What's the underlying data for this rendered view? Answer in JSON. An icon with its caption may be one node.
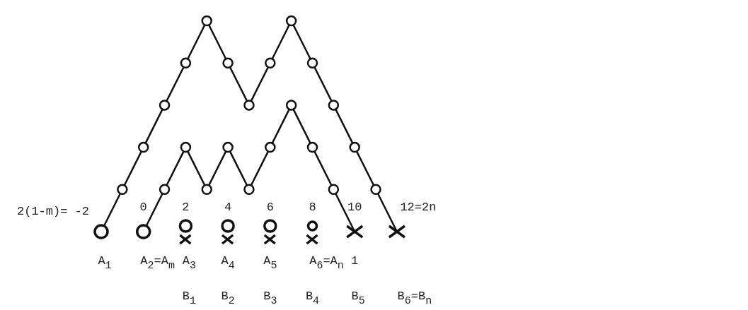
{
  "diagram": {
    "labels": [
      "2(1-m)= -2",
      "0",
      "2",
      "4",
      "6",
      "8",
      "10",
      "12=2n",
      "A$_{1}$",
      "A$_{2}$=A$_{m}$",
      "A$_{3}$",
      "A$_{4}$",
      "A$_{5}$",
      "A$_{6}$=A$_{n}$",
      "1",
      "B$_{1}$",
      "B$_{2}$",
      "B$_{3}$",
      "B$_{4}$",
      "B$_{5}$",
      "B$_{6}$=B$_{n}$"
    ]
  }
}
